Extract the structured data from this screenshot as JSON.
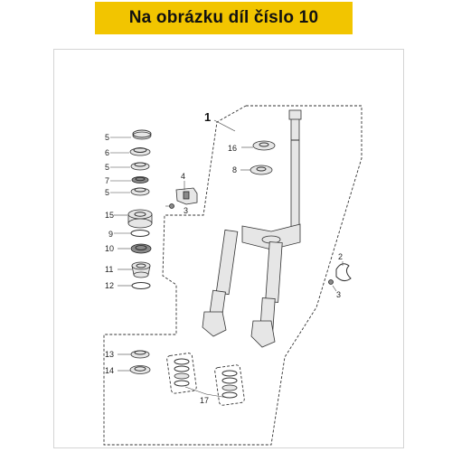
{
  "banner": {
    "text": "Na obrázku díl číslo 10",
    "color": "#f2c500"
  },
  "callouts": {
    "c1": "1",
    "c2": "2",
    "c3a": "3",
    "c3b": "3",
    "c4": "4",
    "c5a": "5",
    "c5b": "5",
    "c5c": "5",
    "c6": "6",
    "c7": "7",
    "c8": "8",
    "c9": "9",
    "c10": "10",
    "c11": "11",
    "c12": "12",
    "c13": "13",
    "c14": "14",
    "c15": "15",
    "c16": "16",
    "c17": "17"
  }
}
